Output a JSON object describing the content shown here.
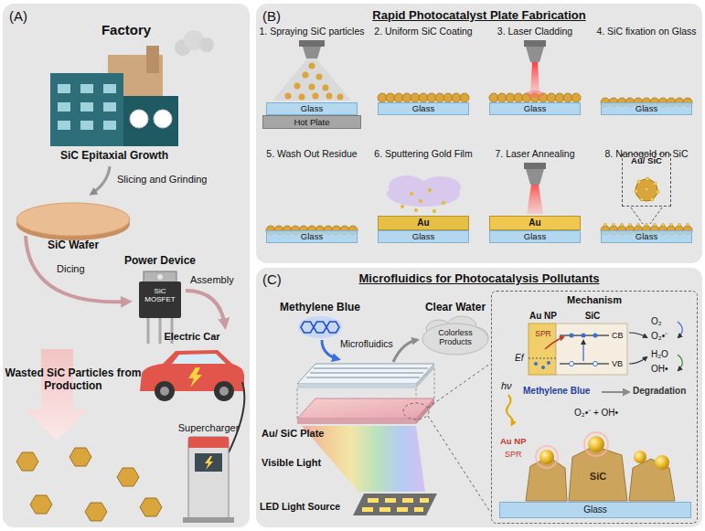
{
  "diagram": {
    "nodes": [
      {
        "text": [
          "(A)",
          "Factory"
        ]
      },
      {
        "text": [
          "(B)",
          "Rapid Photocatalyst Plate Fabrication"
        ]
      },
      {
        "text": [
          "Glass"
        ],
        "in": 1
      },
      {
        "text": [
          "Hot Plate"
        ],
        "in": 1
      },
      {
        "text": [
          "Glass"
        ],
        "in": 1
      },
      {
        "text": [
          "Glass"
        ],
        "in": 1
      },
      {
        "text": [
          "Glass"
        ],
        "in": 1
      },
      {
        "text": [
          "Glass"
        ],
        "in": 1
      },
      {
        "text": [
          "Au"
        ],
        "in": 1
      },
      {
        "text": [
          "Glass"
        ],
        "in": 1
      },
      {
        "text": [
          "Au"
        ],
        "in": 1
      },
      {
        "text": [
          "Glass"
        ],
        "in": 1
      },
      {
        "text": [
          "Au/ SiC"
        ],
        "in": 1
      },
      {
        "text": [
          "Glass"
        ],
        "in": 1
      },
      {
        "text": [
          "(C)",
          "Microfluidics for Photocatalysis Pollutants"
        ]
      },
      {
        "text": [
          "Colorless Products"
        ],
        "in": 14
      },
      {
        "text": [
          "Mechanism"
        ],
        "in": 14
      },
      {
        "text": [
          "Au NP",
          "SPR"
        ],
        "in": 16
      },
      {
        "text": [
          "SiC",
          "CB",
          "VB"
        ],
        "in": 16
      },
      {
        "text": [
          "Glass"
        ],
        "in": 16
      }
    ],
    "labels": [
      "SiC Epitaxial Growth",
      "Slicing and Grinding",
      "SiC Wafer",
      "Power Device",
      "SiC MOSFET",
      "Dicing",
      "Assembly",
      "Electric Car",
      "Wasted SiC Particles from Production",
      "Supercharger",
      "1. Spraying SiC particles",
      "2. Uniform SiC Coating",
      "3. Laser Cladding",
      "4. SiC fixation on Glass",
      "5. Wash Out Residue",
      "6. Sputtering Gold Film",
      "7. Laser Annealing",
      "8. Nanogold on SiC",
      "Methylene Blue",
      "Clear Water",
      "Microfluidics",
      "Au/ SiC Plate",
      "Visible Light",
      "LED Light Source",
      "Ef",
      "O₂",
      "O₂•⁻",
      "H₂O",
      "OH•",
      "hν",
      "Methylene Blue",
      "Degradation",
      "Au NP",
      "SPR",
      "SiC",
      "O₂•⁻ + OH•"
    ]
  }
}
